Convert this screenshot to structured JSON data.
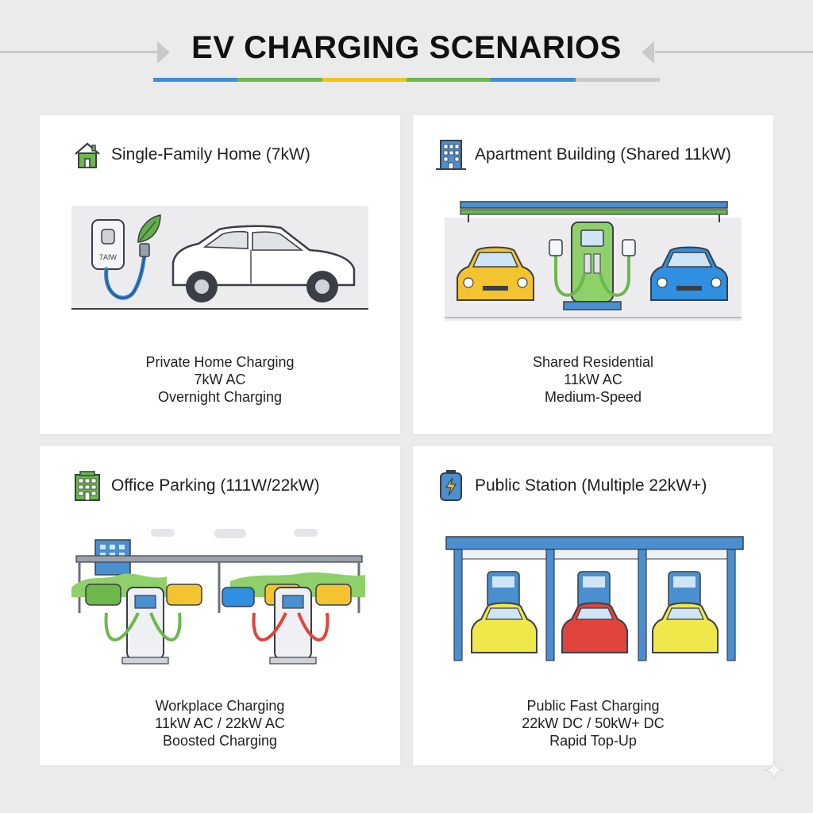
{
  "title": "EV CHARGING SCENARIOS",
  "underline_colors": [
    "#3a8fd6",
    "#6cb84a",
    "#f2c21b",
    "#6cb84a",
    "#3a8fd6",
    "#c9c9cc"
  ],
  "cards": [
    {
      "title": "Single-Family Home (7kW)",
      "icon": "house-icon",
      "charger_label": "7AIW",
      "lines": [
        "Private Home Charging",
        "7kW AC",
        "Overnight Charging"
      ]
    },
    {
      "title": "Apartment Building (Shared 11kW)",
      "icon": "building-icon",
      "lines": [
        "Shared Residential",
        "11kW AC",
        "Medium-Speed"
      ]
    },
    {
      "title": "Office Parking (111W/22kW)",
      "icon": "office-icon",
      "lines": [
        "Workplace Charging",
        "11kW AC / 22kW AC",
        "Boosted Charging"
      ]
    },
    {
      "title": "Public Station (Multiple 22kW+)",
      "icon": "charging-bolt-icon",
      "lines": [
        "Public Fast Charging",
        "22kW DC / 50kW+ DC",
        "Rapid Top-Up"
      ]
    }
  ],
  "colors": {
    "blue": "#2f7fd0",
    "green": "#5fb04a",
    "yellow": "#f4c430",
    "red": "#e0443c",
    "outline": "#3a3f47"
  }
}
